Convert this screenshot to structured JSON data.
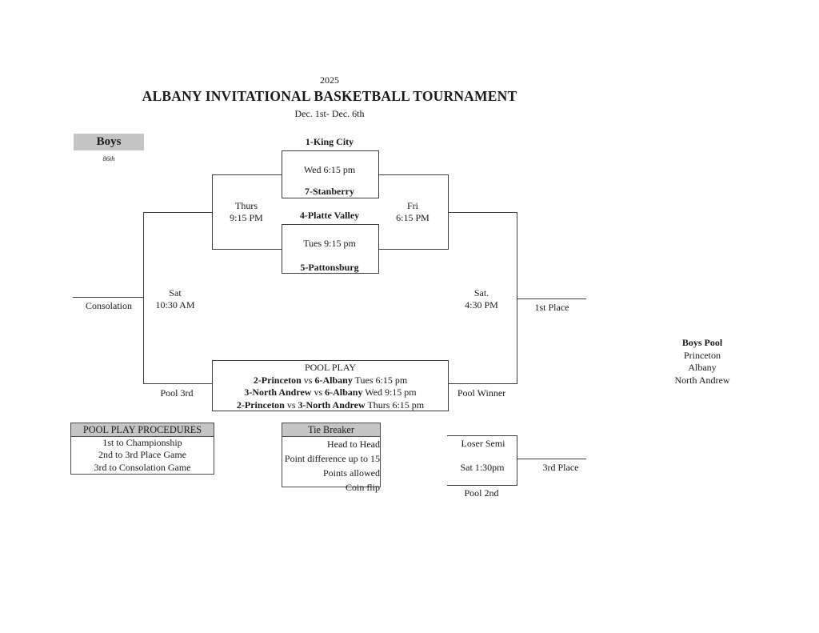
{
  "header": {
    "year": "2025",
    "title": "ALBANY INVITATIONAL BASKETBALL TOURNAMENT",
    "dates": "Dec. 1st- Dec. 6th"
  },
  "division": {
    "label": "Boys",
    "edition": "86th"
  },
  "bracket": {
    "game1": {
      "team_top": "1-King City",
      "time": "Wed 6:15 pm",
      "team_bottom": "7-Stanberry"
    },
    "game2": {
      "team_top": "4-Platte Valley",
      "time": "Tues 9:15 pm",
      "team_bottom": "5-Pattonsburg"
    },
    "semi_left": {
      "day": "Thurs",
      "time": "9:15 PM"
    },
    "semi_right": {
      "day": "Fri",
      "time": "6:15 PM"
    },
    "consolation": {
      "label": "Consolation",
      "day": "Sat",
      "time": "10:30 AM"
    },
    "championship": {
      "day": "Sat.",
      "time": "4:30 PM",
      "label": "1st Place"
    },
    "pool_3rd_label": "Pool 3rd",
    "pool_winner_label": "Pool Winner"
  },
  "pool_play": {
    "title": "POOL PLAY",
    "games": [
      {
        "team1": "2-Princeton",
        "vs": "vs",
        "team2": "6-Albany",
        "time": "Tues 6:15 pm"
      },
      {
        "team1": "3-North Andrew",
        "vs": "vs",
        "team2": "6-Albany",
        "time": "Wed 9:15 pm"
      },
      {
        "team1": "2-Princeton",
        "vs": "vs",
        "team2": "3-North Andrew",
        "time": "Thurs 6:15 pm"
      }
    ]
  },
  "third_place_game": {
    "top_label": "Loser Semi",
    "time": "Sat 1:30pm",
    "result_label": "3rd Place",
    "bottom_label": "Pool 2nd"
  },
  "boys_pool": {
    "title": "Boys Pool",
    "teams": [
      "Princeton",
      "Albany",
      "North Andrew"
    ]
  },
  "procedures": {
    "title": "POOL PLAY PROCEDURES",
    "rules": [
      "1st to Championship",
      "2nd to 3rd Place Game",
      "3rd to Consolation Game"
    ]
  },
  "tie_breaker": {
    "title": "Tie Breaker",
    "rules": [
      "Head to Head",
      "Point difference up to 15",
      "Points allowed",
      "Coin flip"
    ]
  },
  "colors": {
    "highlight_gray": "#c5c5c5",
    "line": "#3c3c3c",
    "text": "#1a1a1a"
  }
}
